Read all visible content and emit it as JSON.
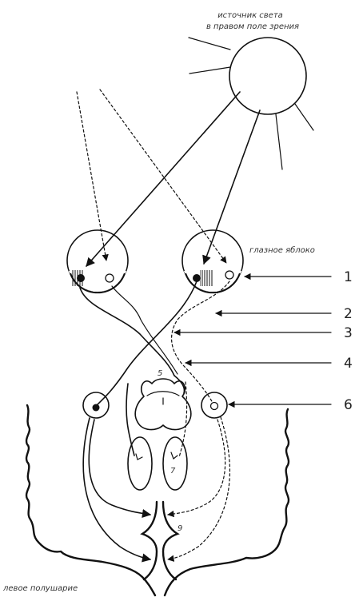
{
  "labels": {
    "light_source": "источник света",
    "light_source_line2": "в правом поле зрения",
    "eyeball": "глазное яблоко",
    "left_hemisphere": "левое полушарие"
  },
  "numbers": {
    "n1": "1",
    "n2": "2",
    "n3": "3",
    "n4": "4",
    "n5": "5",
    "n6": "6",
    "n7": "7",
    "n9": "9"
  }
}
